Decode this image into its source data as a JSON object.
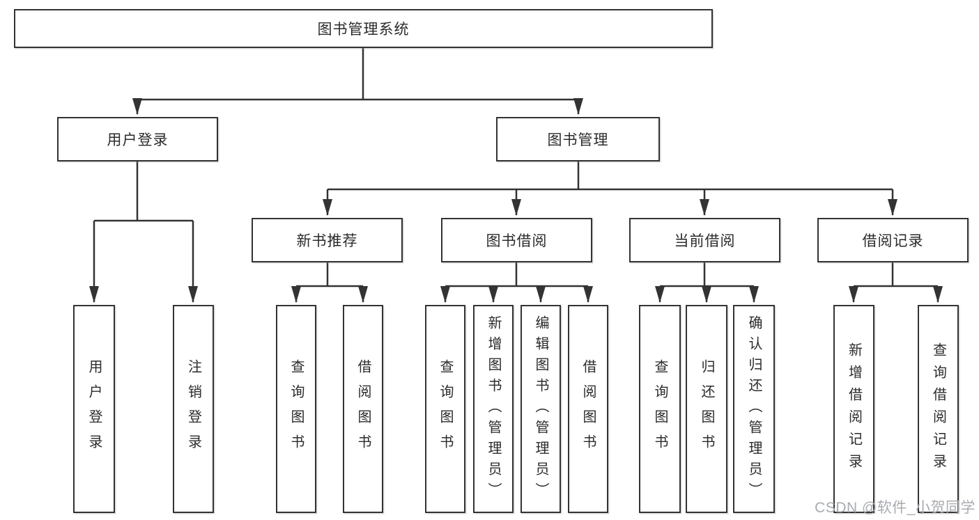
{
  "diagram": {
    "type": "functional-structure-tree",
    "colors": {
      "line": "#333333",
      "text": "#2b2b2b",
      "box_fill": "#ffffff",
      "watermark": "#a8abb0"
    },
    "nodes": {
      "root": {
        "label": "图书管理系统"
      },
      "user_login": {
        "label": "用户登录"
      },
      "book_mgmt": {
        "label": "图书管理"
      },
      "new_book_rec": {
        "label": "新书推荐"
      },
      "book_borrow": {
        "label": "图书借阅"
      },
      "current_borrow": {
        "label": "当前借阅"
      },
      "borrow_records": {
        "label": "借阅记录"
      },
      "leaf_user_login": {
        "label": "用户登录"
      },
      "leaf_logout": {
        "label": "注销登录"
      },
      "leaf_nb_query": {
        "label": "查询图书"
      },
      "leaf_nb_borrow": {
        "label": "借阅图书"
      },
      "leaf_bb_query": {
        "label": "查询图书"
      },
      "leaf_bb_add": {
        "label": "新增图书（管理员）"
      },
      "leaf_bb_edit": {
        "label": "编辑图书（管理员）"
      },
      "leaf_bb_borrow": {
        "label": "借阅图书"
      },
      "leaf_cb_query": {
        "label": "查询图书"
      },
      "leaf_cb_return": {
        "label": "归还图书"
      },
      "leaf_cb_confirm": {
        "label": "确认归还（管理员）"
      },
      "leaf_br_add": {
        "label": "新增借阅记录"
      },
      "leaf_br_query": {
        "label": "查询借阅记录"
      }
    },
    "edges": [
      [
        "root",
        "user_login"
      ],
      [
        "root",
        "book_mgmt"
      ],
      [
        "user_login",
        "leaf_user_login"
      ],
      [
        "user_login",
        "leaf_logout"
      ],
      [
        "book_mgmt",
        "new_book_rec"
      ],
      [
        "book_mgmt",
        "book_borrow"
      ],
      [
        "book_mgmt",
        "current_borrow"
      ],
      [
        "book_mgmt",
        "borrow_records"
      ],
      [
        "new_book_rec",
        "leaf_nb_query"
      ],
      [
        "new_book_rec",
        "leaf_nb_borrow"
      ],
      [
        "book_borrow",
        "leaf_bb_query"
      ],
      [
        "book_borrow",
        "leaf_bb_add"
      ],
      [
        "book_borrow",
        "leaf_bb_edit"
      ],
      [
        "book_borrow",
        "leaf_bb_borrow"
      ],
      [
        "current_borrow",
        "leaf_cb_query"
      ],
      [
        "current_borrow",
        "leaf_cb_return"
      ],
      [
        "current_borrow",
        "leaf_cb_confirm"
      ],
      [
        "borrow_records",
        "leaf_br_add"
      ],
      [
        "borrow_records",
        "leaf_br_query"
      ]
    ]
  },
  "watermark": {
    "text": "CSDN @软件_小贺同学"
  }
}
